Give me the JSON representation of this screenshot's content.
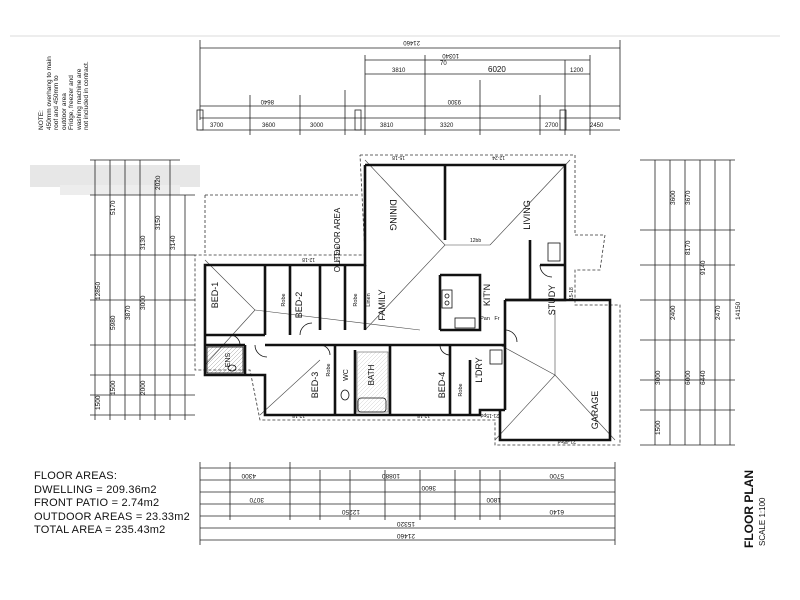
{
  "note": {
    "line1": "NOTE:",
    "line2": "450mm overhang to main",
    "line3": "roof and 450mm to",
    "line4": "outdoor area",
    "line5": "Fridge, freezer and",
    "line6": "washing machine are",
    "line7": "not included in contract."
  },
  "rooms": {
    "dining": "DINING",
    "living": "LIVING",
    "outdoor_area": "OUTDOOR AREA",
    "bed1": "BED-1",
    "bed2": "BED-2",
    "bed3": "BED-3",
    "bed4": "BED-4",
    "family": "FAMILY",
    "kitchen": "KIT'N",
    "study": "STUDY",
    "ens": "ENS",
    "wc": "WC",
    "bath": "BATH",
    "laundry": "L'DRY",
    "garage": "GARAGE",
    "robe": "Robe",
    "linen": "Linen",
    "pan": "Pan",
    "fr": "Fr"
  },
  "top_dims": {
    "overall": "21460",
    "sub1": "10340",
    "sub2": "3810",
    "sub3": "6020",
    "sub4": "1200",
    "sub5": "8640",
    "sub6": "9300",
    "sub7": "70",
    "row_a": [
      "3700",
      "3600",
      "3000",
      "3810",
      "3320",
      "2700",
      "2450"
    ]
  },
  "left_dims": {
    "overall": "12850",
    "d1": "5170",
    "d2": "2020",
    "d3": "3150",
    "d4": "3130",
    "d5": "5980",
    "d6": "3870",
    "d7": "3000",
    "d8": "3140",
    "d9": "1500",
    "d10": "2000",
    "d11": "1500"
  },
  "right_dims": {
    "overall": "14150",
    "d1": "9140",
    "d2": "8170",
    "d3": "3600",
    "d4": "3670",
    "d5": "6000",
    "d6": "6440",
    "d7": "2400",
    "d8": "2470",
    "d9": "3000",
    "d10": "1500"
  },
  "bottom_dims": {
    "overall": "21460",
    "d1": "15320",
    "d2": "12250",
    "d3": "10880",
    "d4": "6140",
    "d5": "5700",
    "d6": "4300",
    "d7": "3600",
    "d8": "3070",
    "d9": "1800"
  },
  "room_dims": {
    "dining_top": "15-18",
    "living_top": "12-24",
    "outdoor": "21-21d",
    "family": "12-18",
    "bed3": "12-18",
    "bed4": "12-18",
    "laundry": "21-15pd",
    "garage": "21-48pd",
    "study": "15-18",
    "kit": "12bb"
  },
  "floor_areas": {
    "heading": "FLOOR AREAS:",
    "dwelling": "DWELLING = 209.36m2",
    "front_patio": "FRONT PATIO = 2.74m2",
    "outdoor": "OUTDOOR AREAS = 23.33m2",
    "total": "TOTAL AREA = 235.43m2"
  },
  "title": {
    "name": "FLOOR PLAN",
    "scale": "SCALE 1:100"
  }
}
